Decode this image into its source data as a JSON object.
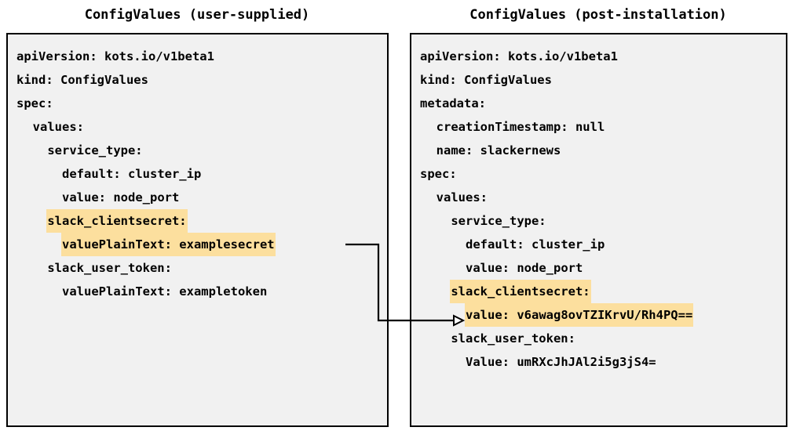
{
  "panels": {
    "left": {
      "title": "ConfigValues (user-supplied)",
      "lines": [
        {
          "text": "apiVersion: kots.io/v1beta1",
          "highlight": false
        },
        {
          "text": "kind: ConfigValues",
          "highlight": false
        },
        {
          "text": "spec:",
          "highlight": false
        },
        {
          "text": "  values:",
          "highlight": false
        },
        {
          "text": "    service_type:",
          "highlight": false
        },
        {
          "text": "      default: cluster_ip",
          "highlight": false
        },
        {
          "text": "      value: node_port",
          "highlight": false
        },
        {
          "text": "    slack_clientsecret:",
          "highlight": true
        },
        {
          "text": "      valuePlainText: examplesecret",
          "highlight": true
        },
        {
          "text": "    slack_user_token:",
          "highlight": false
        },
        {
          "text": "      valuePlainText: exampletoken",
          "highlight": false
        }
      ]
    },
    "right": {
      "title": "ConfigValues (post-installation)",
      "lines": [
        {
          "text": "apiVersion: kots.io/v1beta1",
          "highlight": false
        },
        {
          "text": "kind: ConfigValues",
          "highlight": false
        },
        {
          "text": "metadata:",
          "highlight": false
        },
        {
          "text": "  creationTimestamp: null",
          "highlight": false
        },
        {
          "text": "  name: slackernews",
          "highlight": false
        },
        {
          "text": "spec:",
          "highlight": false
        },
        {
          "text": "  values:",
          "highlight": false
        },
        {
          "text": "    service_type:",
          "highlight": false
        },
        {
          "text": "      default: cluster_ip",
          "highlight": false
        },
        {
          "text": "      value: node_port",
          "highlight": false
        },
        {
          "text": "    slack_clientsecret:",
          "highlight": true
        },
        {
          "text": "      value: v6awag8ovTZIKrvU/Rh4PQ==",
          "highlight": true
        },
        {
          "text": "    slack_user_token:",
          "highlight": false
        },
        {
          "text": "      Value: umRXcJhJAl2i5g3jS4=",
          "highlight": false
        }
      ]
    }
  },
  "connector": {
    "label": "encrypted-value-arrow",
    "from": "left.valuePlainText: examplesecret",
    "to": "right.value: v6awag8ovTZIKrvU/Rh4PQ=="
  },
  "colors": {
    "highlight": "#fcdf9e",
    "box_background": "#f1f1f1",
    "box_border": "#000000",
    "text": "#000000",
    "page_background": "#ffffff"
  }
}
